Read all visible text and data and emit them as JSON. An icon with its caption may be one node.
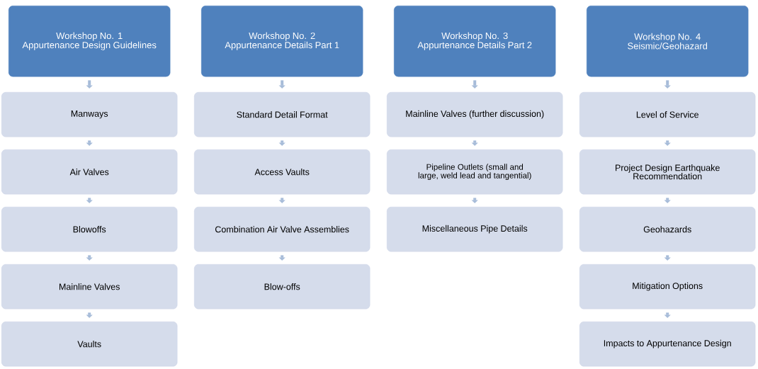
{
  "diagram": {
    "nodes": [
      {
        "text": [
          "Workshop No. 1",
          "Appurtenance Design Guidelines"
        ]
      },
      {
        "text": [
          "Manways"
        ]
      },
      {
        "text": [
          "Air Valves"
        ]
      },
      {
        "text": [
          "Blowoffs"
        ]
      },
      {
        "text": [
          "Mainline Valves"
        ]
      },
      {
        "text": [
          "Vaults"
        ]
      },
      {
        "text": [
          "Workshop No. 2",
          "Appurtenance Details Part 1"
        ]
      },
      {
        "text": [
          "Standard Detail Format"
        ]
      },
      {
        "text": [
          "Access Vaults"
        ]
      },
      {
        "text": [
          "Combination Air Valve Assemblies"
        ]
      },
      {
        "text": [
          "Blow-offs"
        ]
      },
      {
        "text": [
          "Workshop No. 3",
          "Appurtenance Details Part 2"
        ]
      },
      {
        "text": [
          "Mainline Valves (further discussion)"
        ]
      },
      {
        "text": [
          "Pipeline Outlets (small and large, weld lead and tangential)"
        ]
      },
      {
        "text": [
          "Miscellaneous Pipe Details"
        ]
      },
      {
        "text": [
          "Workshop No. 4",
          "Seismic/Geohazard"
        ]
      },
      {
        "text": [
          "Level of Service"
        ]
      },
      {
        "text": [
          "Project Design Earthquake Recommendation"
        ]
      },
      {
        "text": [
          "Geohazards"
        ]
      },
      {
        "text": [
          "Mitigation Options"
        ]
      },
      {
        "text": [
          "Impacts to Appurtenance Design"
        ]
      }
    ],
    "edges": [
      {
        "from": 0,
        "to": 1,
        "arrow": "to"
      },
      {
        "from": 1,
        "to": 2,
        "arrow": "to"
      },
      {
        "from": 2,
        "to": 3,
        "arrow": "to"
      },
      {
        "from": 3,
        "to": 4,
        "arrow": "to"
      },
      {
        "from": 4,
        "to": 5,
        "arrow": "to"
      },
      {
        "from": 6,
        "to": 7,
        "arrow": "to"
      },
      {
        "from": 7,
        "to": 8,
        "arrow": "to"
      },
      {
        "from": 8,
        "to": 9,
        "arrow": "to"
      },
      {
        "from": 9,
        "to": 10,
        "arrow": "to"
      },
      {
        "from": 11,
        "to": 12,
        "arrow": "to"
      },
      {
        "from": 12,
        "to": 13,
        "arrow": "to"
      },
      {
        "from": 13,
        "to": 14,
        "arrow": "to"
      },
      {
        "from": 15,
        "to": 16,
        "arrow": "to"
      },
      {
        "from": 16,
        "to": 17,
        "arrow": "to"
      },
      {
        "from": 17,
        "to": 18,
        "arrow": "to"
      },
      {
        "from": 18,
        "to": 19,
        "arrow": "to"
      },
      {
        "from": 19,
        "to": 20,
        "arrow": "to"
      }
    ]
  }
}
